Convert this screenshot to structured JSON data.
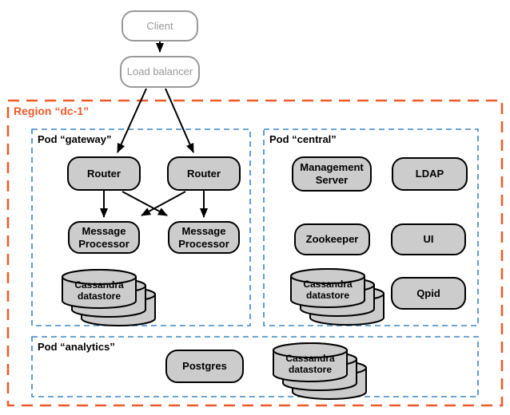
{
  "diagram": {
    "client": "Client",
    "load_balancer": "Load balancer",
    "region": {
      "label": "Region “dc-1”"
    },
    "pods": {
      "gateway": {
        "label": "Pod “gateway”",
        "router1": "Router",
        "router2": "Router",
        "message_processor1": "Message Processor",
        "message_processor2": "Message Processor",
        "cassandra": "Cassandra datastore"
      },
      "central": {
        "label": "Pod “central”",
        "management_server": "Management Server",
        "ldap": "LDAP",
        "zookeeper": "Zookeeper",
        "ui": "UI",
        "cassandra": "Cassandra datastore",
        "qpid": "Qpid"
      },
      "analytics": {
        "label": "Pod “analytics”",
        "postgres": "Postgres",
        "cassandra": "Cassandra datastore"
      }
    }
  },
  "colors": {
    "region_border": "#f05a28",
    "pod_border": "#3d85c6",
    "node_fill": "#cccccc",
    "node_border": "#000000",
    "external_border": "#999999",
    "arrow": "#000000"
  }
}
